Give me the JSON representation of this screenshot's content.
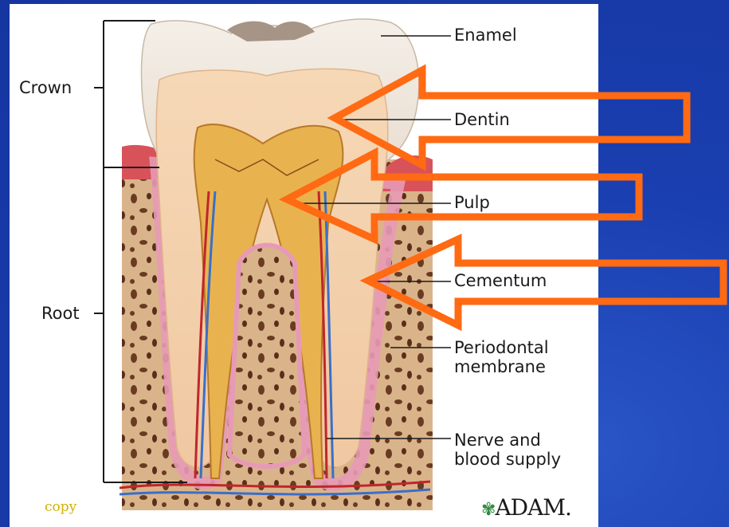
{
  "labels": {
    "enamel": "Enamel",
    "dentin": "Dentin",
    "pulp": "Pulp",
    "cementum": "Cementum",
    "periodontal_line1": "Periodontal",
    "periodontal_line2": "membrane",
    "nerve_line1": "Nerve and",
    "nerve_line2": "blood supply",
    "crown": "Crown",
    "root": "Root"
  },
  "footer": {
    "copy": "copy",
    "logo": "ADAM."
  },
  "colors": {
    "background": "#1a3fb0",
    "arrow": "#ff6a13",
    "panel": "#ffffff"
  },
  "arrows": [
    {
      "points_to": "Dentin"
    },
    {
      "points_to": "Pulp"
    },
    {
      "points_to": "Cementum"
    }
  ]
}
